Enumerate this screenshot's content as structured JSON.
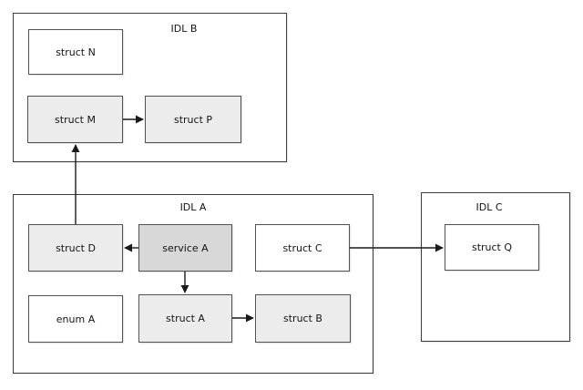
{
  "diagram": {
    "containers": [
      {
        "id": "idl-b",
        "label": "IDL B"
      },
      {
        "id": "idl-a",
        "label": "IDL A"
      },
      {
        "id": "idl-c",
        "label": "IDL C"
      }
    ],
    "nodes": [
      {
        "id": "struct-n",
        "label": "struct N",
        "container": "IDL B",
        "kind": "struct",
        "fill": "#ffffff"
      },
      {
        "id": "struct-m",
        "label": "struct M",
        "container": "IDL B",
        "kind": "struct",
        "fill": "#ececec"
      },
      {
        "id": "struct-p",
        "label": "struct P",
        "container": "IDL B",
        "kind": "struct",
        "fill": "#ececec"
      },
      {
        "id": "struct-d",
        "label": "struct D",
        "container": "IDL A",
        "kind": "struct",
        "fill": "#ececec"
      },
      {
        "id": "service-a",
        "label": "service A",
        "container": "IDL A",
        "kind": "service",
        "fill": "#d8d8d8"
      },
      {
        "id": "struct-c",
        "label": "struct C",
        "container": "IDL A",
        "kind": "struct",
        "fill": "#ffffff"
      },
      {
        "id": "enum-a",
        "label": "enum A",
        "container": "IDL A",
        "kind": "enum",
        "fill": "#ffffff"
      },
      {
        "id": "struct-a",
        "label": "struct A",
        "container": "IDL A",
        "kind": "struct",
        "fill": "#ececec"
      },
      {
        "id": "struct-b",
        "label": "struct B",
        "container": "IDL A",
        "kind": "struct",
        "fill": "#ececec"
      },
      {
        "id": "struct-q",
        "label": "struct Q",
        "container": "IDL C",
        "kind": "struct",
        "fill": "#ffffff"
      }
    ],
    "edges": [
      {
        "from": "struct M",
        "to": "struct P",
        "direction": "right"
      },
      {
        "from": "struct D",
        "to": "struct M",
        "direction": "up"
      },
      {
        "from": "service A",
        "to": "struct D",
        "direction": "left"
      },
      {
        "from": "service A",
        "to": "struct A",
        "direction": "down"
      },
      {
        "from": "struct A",
        "to": "struct B",
        "direction": "right"
      },
      {
        "from": "struct C",
        "to": "struct Q",
        "direction": "right"
      }
    ],
    "colors": {
      "background": "#ffffff",
      "node_fill_light": "#ececec",
      "node_fill_service": "#d8d8d8",
      "node_border": "#525252",
      "container_border": "#3c3c3c",
      "arrow": "#1a1a1a",
      "text": "#141414"
    }
  }
}
